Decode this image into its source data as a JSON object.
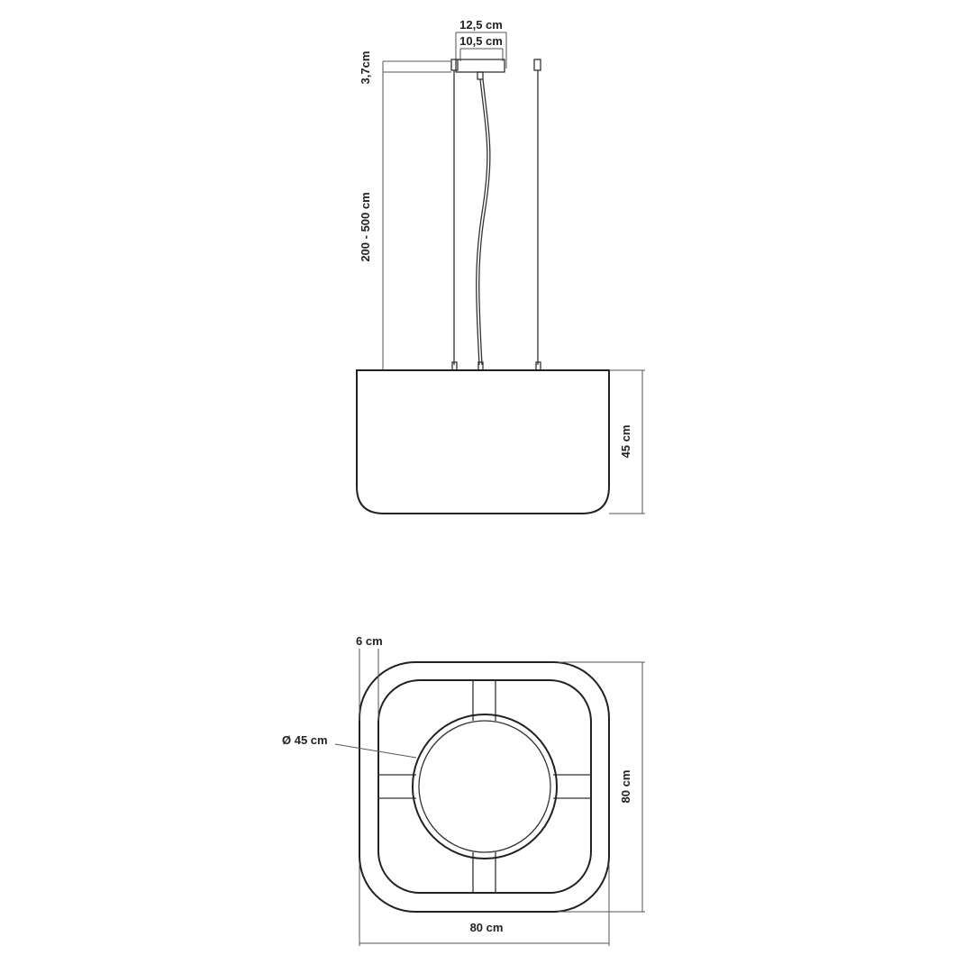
{
  "side_view": {
    "canopy_outer_width": "12,5 cm",
    "canopy_inner_width": "10,5 cm",
    "canopy_height": "3,7cm",
    "suspension_length": "200 - 500 cm",
    "body_height": "45 cm"
  },
  "top_view": {
    "frame_width": "6 cm",
    "diffuser_diameter": "Ø 45 cm",
    "depth": "80 cm",
    "width": "80 cm"
  }
}
